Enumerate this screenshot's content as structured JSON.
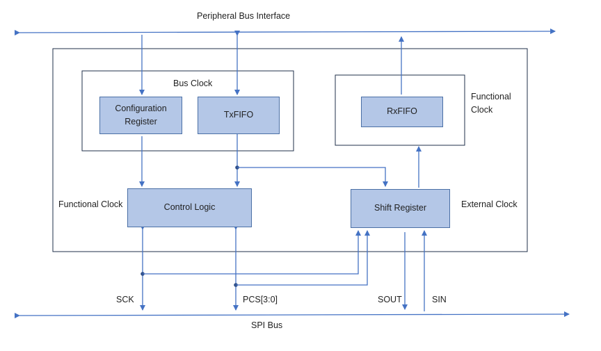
{
  "title": "Peripheral Bus Interface",
  "bottom_bus": "SPI Bus",
  "regions": {
    "bus_clock": "Bus Clock",
    "functional_clock_left": "Functional Clock",
    "functional_clock_right_line1": "Functional",
    "functional_clock_right_line2": "Clock",
    "external_clock": "External Clock"
  },
  "blocks": {
    "configuration_register_line1": "Configuration",
    "configuration_register_line2": "Register",
    "txfifo": "TxFIFO",
    "rxfifo": "RxFIFO",
    "control_logic": "Control Logic",
    "shift_register": "Shift Register"
  },
  "signals": {
    "sck": "SCK",
    "pcs": "PCS[3:0]",
    "sout": "SOUT",
    "sin": "SIN"
  },
  "colors": {
    "line": "#4472c4",
    "box_border": "#1f2f4a",
    "block_fill": "#b4c7e7"
  }
}
